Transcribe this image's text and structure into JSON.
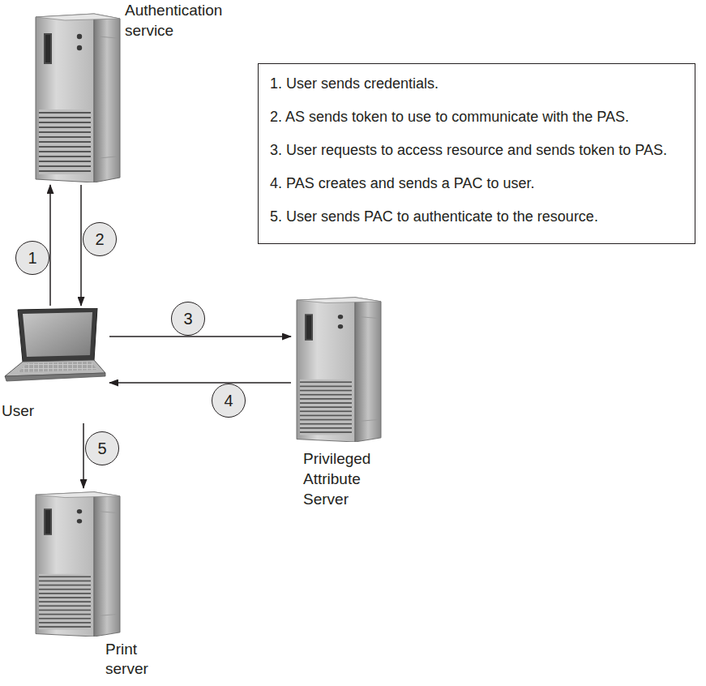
{
  "diagram": {
    "nodes": [
      {
        "text": [
          "Authentication service"
        ]
      },
      {
        "text": [
          "1. User sends credentials.",
          "2. AS sends token to use to communicate with the PAS.",
          "3. User requests to access resource and sends token to PAS.",
          "4. PAS creates and sends a PAC to user.",
          "5. User sends PAC to authenticate to the resource."
        ]
      },
      {
        "text": [
          "User"
        ]
      },
      {
        "text": [
          "Privileged Attribute Server"
        ]
      },
      {
        "text": [
          "Print server"
        ]
      }
    ],
    "edges": [
      {
        "from": 2,
        "to": 0,
        "arrow": "to",
        "label": "1"
      },
      {
        "from": 0,
        "to": 2,
        "arrow": "to",
        "label": "2"
      },
      {
        "from": 2,
        "to": 3,
        "arrow": "to",
        "label": "3"
      },
      {
        "from": 3,
        "to": 2,
        "arrow": "to",
        "label": "4"
      },
      {
        "from": 2,
        "to": 4,
        "arrow": "to",
        "label": "5"
      }
    ]
  }
}
